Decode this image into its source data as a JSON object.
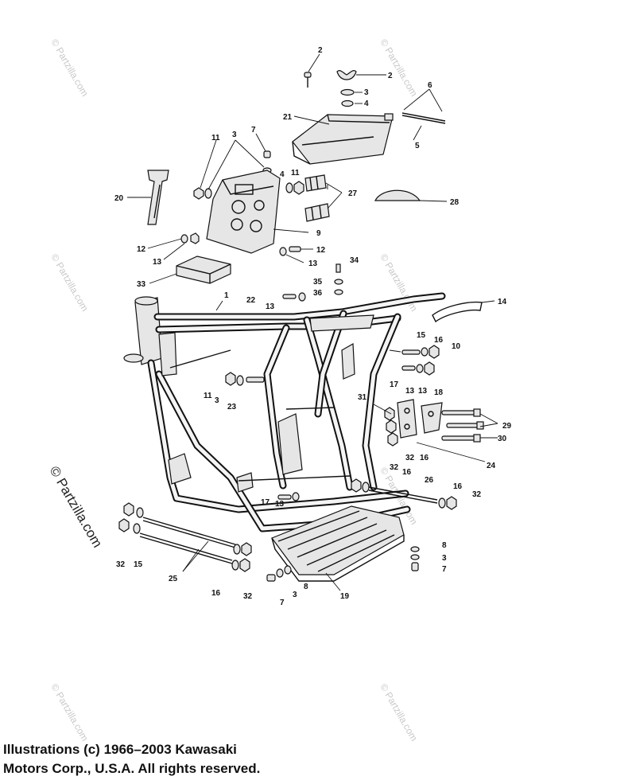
{
  "diagram": {
    "callouts": [
      {
        "id": "c-2a",
        "text": "2"
      },
      {
        "id": "c-2b",
        "text": "2"
      },
      {
        "id": "c-3a",
        "text": "3"
      },
      {
        "id": "c-4a",
        "text": "4"
      },
      {
        "id": "c-6",
        "text": "6"
      },
      {
        "id": "c-21",
        "text": "21"
      },
      {
        "id": "c-5",
        "text": "5"
      },
      {
        "id": "c-7a",
        "text": "7"
      },
      {
        "id": "c-11a",
        "text": "11"
      },
      {
        "id": "c-3b",
        "text": "3"
      },
      {
        "id": "c-4b",
        "text": "4"
      },
      {
        "id": "c-11b",
        "text": "11"
      },
      {
        "id": "c-27",
        "text": "27"
      },
      {
        "id": "c-28",
        "text": "28"
      },
      {
        "id": "c-20",
        "text": "20"
      },
      {
        "id": "c-9",
        "text": "9"
      },
      {
        "id": "c-12a",
        "text": "12"
      },
      {
        "id": "c-13a",
        "text": "13"
      },
      {
        "id": "c-12b",
        "text": "12"
      },
      {
        "id": "c-13b",
        "text": "13"
      },
      {
        "id": "c-34",
        "text": "34"
      },
      {
        "id": "c-33",
        "text": "33"
      },
      {
        "id": "c-35",
        "text": "35"
      },
      {
        "id": "c-36",
        "text": "36"
      },
      {
        "id": "c-1",
        "text": "1"
      },
      {
        "id": "c-22",
        "text": "22"
      },
      {
        "id": "c-13c",
        "text": "13"
      },
      {
        "id": "c-14",
        "text": "14"
      },
      {
        "id": "c-15",
        "text": "15"
      },
      {
        "id": "c-16a",
        "text": "16"
      },
      {
        "id": "c-10",
        "text": "10"
      },
      {
        "id": "c-17a",
        "text": "17"
      },
      {
        "id": "c-13d",
        "text": "13"
      },
      {
        "id": "c-18",
        "text": "18"
      },
      {
        "id": "c-11c",
        "text": "11"
      },
      {
        "id": "c-3c",
        "text": "3"
      },
      {
        "id": "c-23",
        "text": "23"
      },
      {
        "id": "c-31",
        "text": "31"
      },
      {
        "id": "c-13e",
        "text": "13"
      },
      {
        "id": "c-29",
        "text": "29"
      },
      {
        "id": "c-30",
        "text": "30"
      },
      {
        "id": "c-32a",
        "text": "32"
      },
      {
        "id": "c-16b",
        "text": "16"
      },
      {
        "id": "c-24",
        "text": "24"
      },
      {
        "id": "c-32b",
        "text": "32"
      },
      {
        "id": "c-16c",
        "text": "16"
      },
      {
        "id": "c-26",
        "text": "26"
      },
      {
        "id": "c-16d",
        "text": "16"
      },
      {
        "id": "c-32c",
        "text": "32"
      },
      {
        "id": "c-17b",
        "text": "17"
      },
      {
        "id": "c-13f",
        "text": "13"
      },
      {
        "id": "c-8a",
        "text": "8"
      },
      {
        "id": "c-3d",
        "text": "3"
      },
      {
        "id": "c-7b",
        "text": "7"
      },
      {
        "id": "c-32d",
        "text": "32"
      },
      {
        "id": "c-15b",
        "text": "15"
      },
      {
        "id": "c-25",
        "text": "25"
      },
      {
        "id": "c-16e",
        "text": "16"
      },
      {
        "id": "c-32e",
        "text": "32"
      },
      {
        "id": "c-8b",
        "text": "8"
      },
      {
        "id": "c-3e",
        "text": "3"
      },
      {
        "id": "c-7c",
        "text": "7"
      },
      {
        "id": "c-19",
        "text": "19"
      }
    ]
  },
  "watermark": {
    "small": "© Partzilla.com",
    "large": "© Partzilla.com"
  },
  "copyright": {
    "line1": "Illustrations (c) 1966–2003 Kawasaki",
    "line2": "Motors Corp., U.S.A.  All rights reserved."
  }
}
